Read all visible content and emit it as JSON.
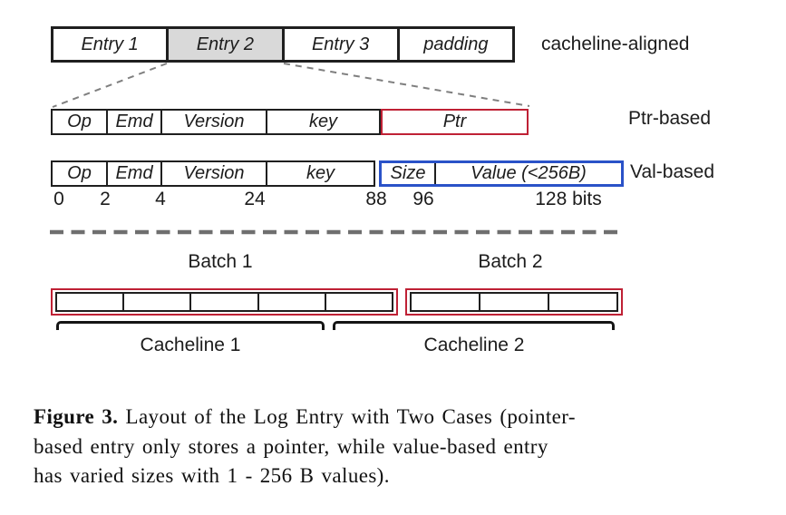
{
  "figure": {
    "cacheline_row": {
      "cells": [
        "Entry 1",
        "Entry 2",
        "Entry 3",
        "padding"
      ],
      "shaded_cell": "Entry 2",
      "side_label": "cacheline-aligned"
    },
    "ptr_row": {
      "fields": [
        "Op",
        "Emd",
        "Version",
        "key"
      ],
      "ptr_field": "Ptr",
      "side_label": "Ptr-based"
    },
    "val_row": {
      "fields": [
        "Op",
        "Emd",
        "Version",
        "key"
      ],
      "size_field": "Size",
      "value_field": "Value (<256B)",
      "side_label": "Val-based"
    },
    "bit_scale": {
      "ticks": [
        "0",
        "2",
        "4",
        "24",
        "88",
        "96"
      ],
      "end_label": "128 bits"
    },
    "batch_row": {
      "batch1_label": "Batch 1",
      "batch2_label": "Batch 2",
      "batch1_cells": 5,
      "batch2_cells": 3,
      "cacheline1_label": "Cacheline 1",
      "cacheline2_label": "Cacheline 2"
    },
    "colors": {
      "red_border": "#bf2135",
      "blue_border": "#2a52c8",
      "shaded_fill": "#d9d9d9",
      "divider_gray": "#6f6f6f",
      "connector_gray": "#7f7f7f"
    }
  },
  "caption": {
    "label": "Figure 3.",
    "line1_rest": " Layout of the Log Entry with Two Cases (pointer-",
    "line2": "based entry only stores a pointer, while value-based entry",
    "line3": "has varied sizes with 1 - 256 B values).",
    "full_text": "Figure 3. Layout of the Log Entry with Two Cases (pointer-based entry only stores a pointer, while value-based entry has varied sizes with 1 - 256 B values)."
  }
}
